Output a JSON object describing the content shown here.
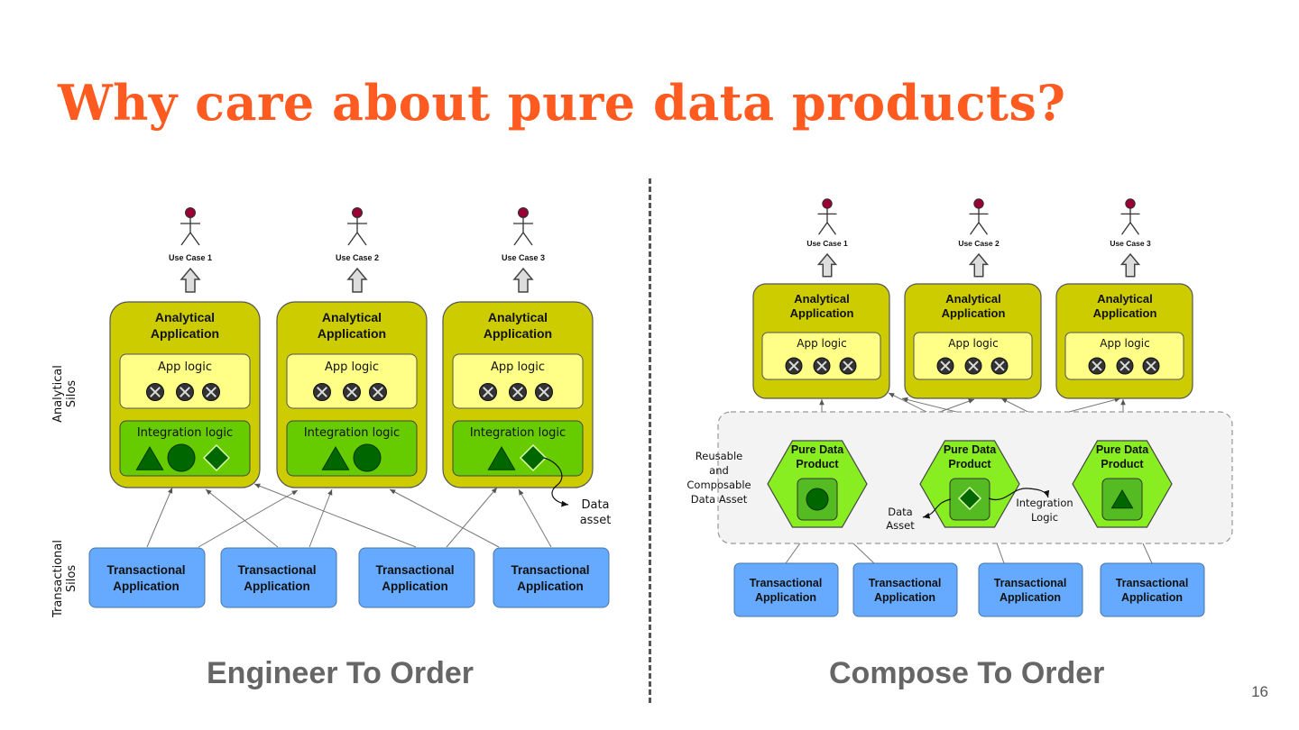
{
  "slide": {
    "title": "Why care about pure data products?",
    "page_number": "16"
  },
  "left": {
    "caption": "Engineer To Order",
    "side_labels": {
      "analytical": [
        "Analytical",
        "Silos"
      ],
      "transactional": [
        "Transactional",
        "Silos"
      ]
    },
    "use_cases": [
      "Use Case 1",
      "Use Case 2",
      "Use Case 3"
    ],
    "app_title": [
      "Analytical",
      "Application"
    ],
    "app_logic": "App logic",
    "integration_logic": "Integration logic",
    "data_asset_note": [
      "Data",
      "asset"
    ],
    "transactional": [
      "Transactional",
      "Application"
    ]
  },
  "right": {
    "caption": "Compose To Order",
    "use_cases": [
      "Use Case 1",
      "Use Case 2",
      "Use Case 3"
    ],
    "app_title": [
      "Analytical",
      "Application"
    ],
    "app_logic": "App logic",
    "pure_data_product": [
      "Pure Data",
      "Product"
    ],
    "reusable_note": [
      "Reusable",
      "and",
      "Composable",
      "Data Asset"
    ],
    "data_asset_note": [
      "Data",
      "Asset"
    ],
    "integration_note": [
      "Integration",
      "Logic"
    ],
    "transactional": [
      "Transactional",
      "Application"
    ]
  },
  "colors": {
    "title": "#ff5a1f",
    "app_box": "#cccc00",
    "app_logic": "#ffff88",
    "integration": "#66cc00",
    "pure_data_product": "#88ee22",
    "transactional": "#66aaff",
    "actor_head": "#990033"
  }
}
